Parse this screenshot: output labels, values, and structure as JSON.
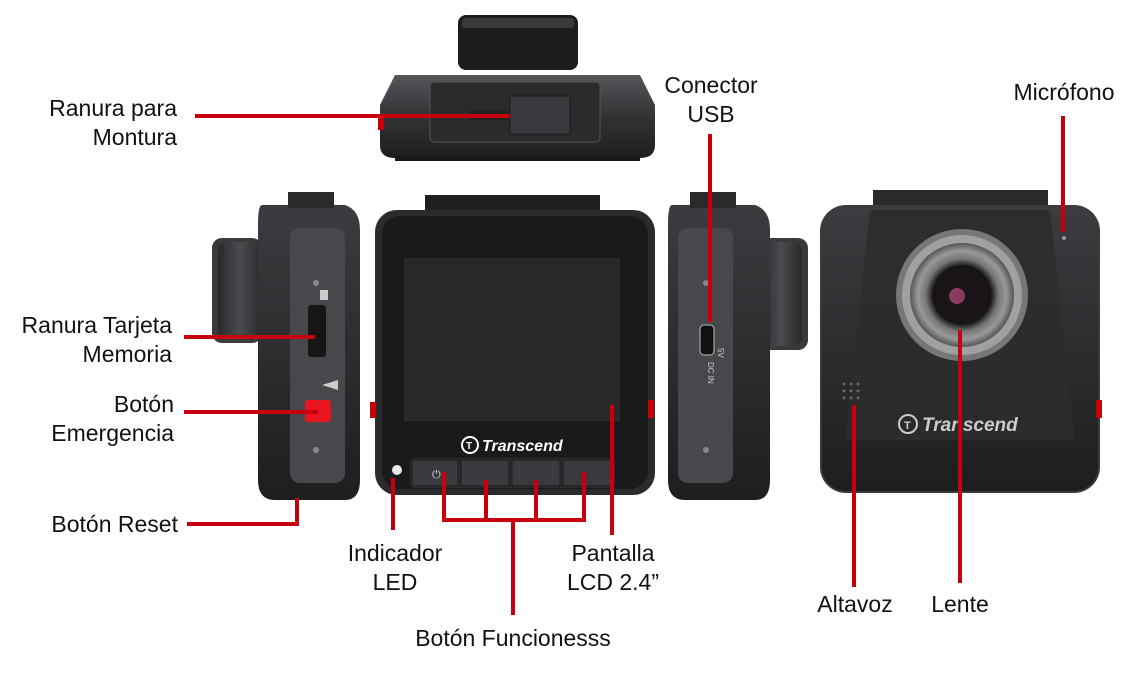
{
  "colors": {
    "leader": "#c8000e",
    "device_body": "#2e2e30",
    "device_dark": "#1a1a1c",
    "device_light": "#4a4a4e",
    "screen": "#2a2728",
    "emergency_button": "#e8141e"
  },
  "brand": "Transcend",
  "port_marking": {
    "line1": "5V",
    "line2": "DC IN"
  },
  "labels": {
    "mount_slot": {
      "line1": "Ranura para",
      "line2": "Montura"
    },
    "memory_card_slot": {
      "line1": "Ranura Tarjeta",
      "line2": "Memoria"
    },
    "emergency_button": {
      "line1": "Botón",
      "line2": "Emergencia"
    },
    "reset_button": {
      "line1": "Botón Reset"
    },
    "led_indicator": {
      "line1": "Indicador",
      "line2": "LED"
    },
    "function_buttons": {
      "line1": "Botón Funcionesss"
    },
    "lcd_screen": {
      "line1": "Pantalla",
      "line2": "LCD 2.4”"
    },
    "usb_connector": {
      "line1": "Conector",
      "line2": "USB"
    },
    "microphone": {
      "line1": "Micrófono"
    },
    "speaker": {
      "line1": "Altavoz"
    },
    "lens": {
      "line1": "Lente"
    }
  }
}
